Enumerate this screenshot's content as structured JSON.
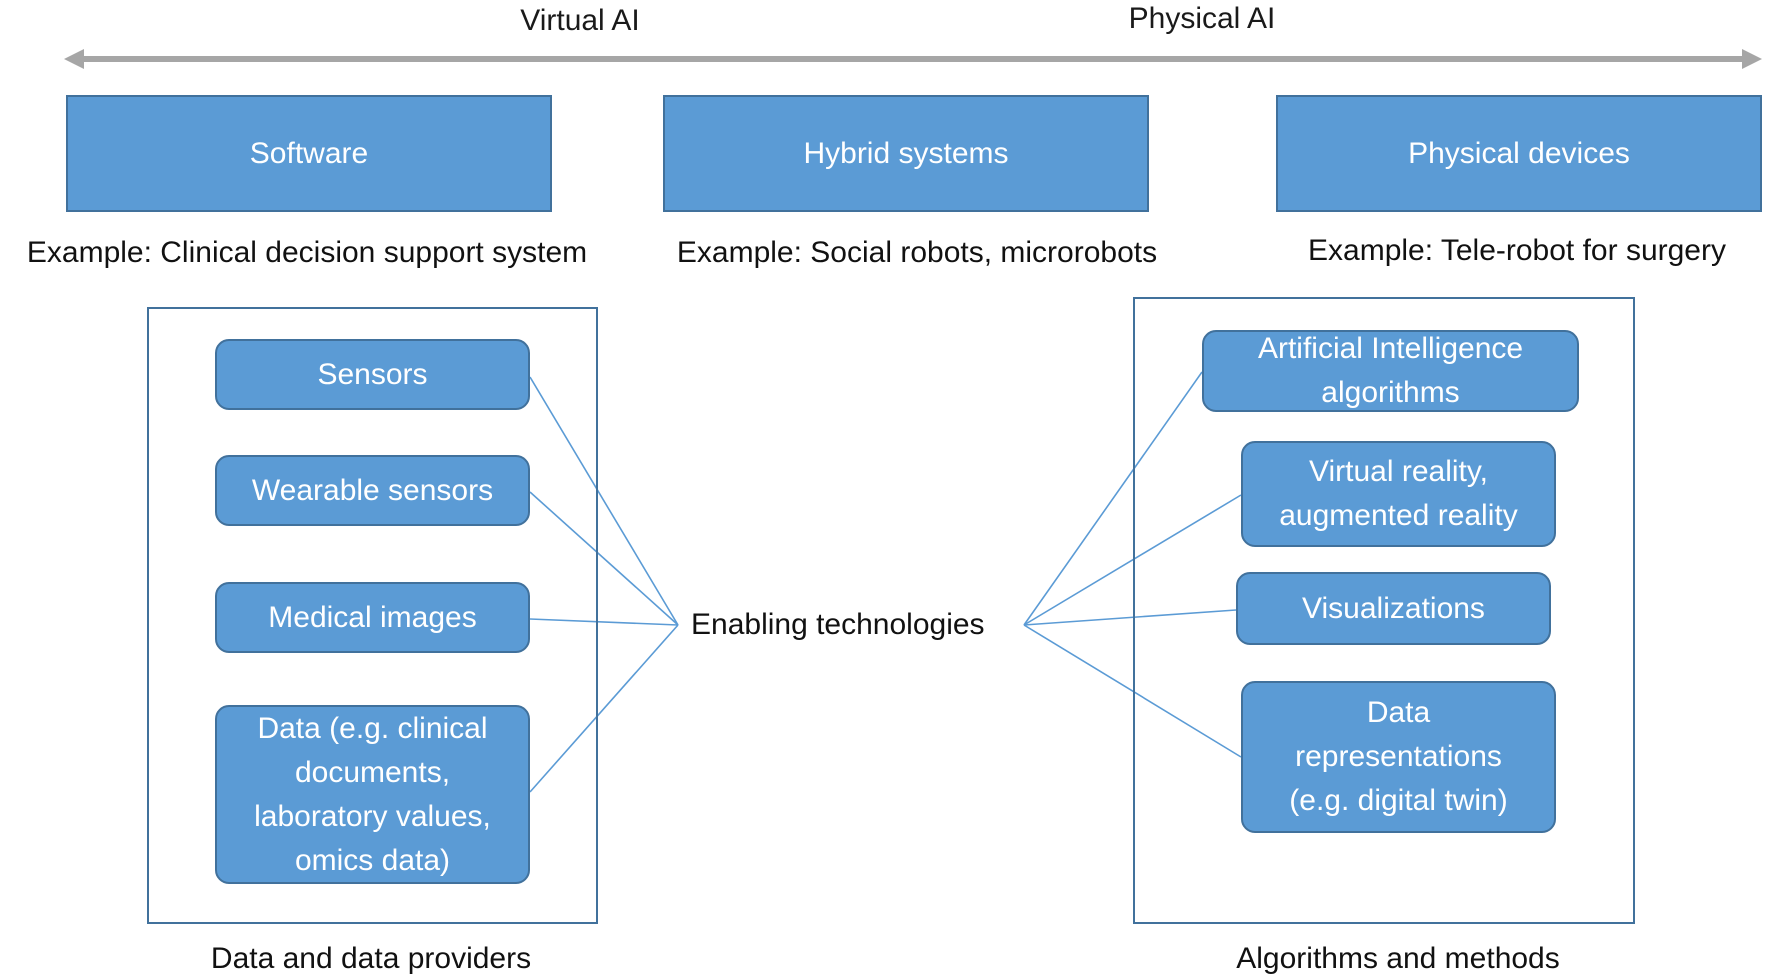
{
  "spectrum": {
    "left_label": "Virtual AI",
    "right_label": "Physical AI"
  },
  "categories": [
    {
      "label": "Software",
      "example": "Example: Clinical decision support system"
    },
    {
      "label": "Hybrid systems",
      "example": "Example: Social robots, microrobots"
    },
    {
      "label": "Physical devices",
      "example": "Example: Tele-robot for surgery"
    }
  ],
  "left_panel": {
    "caption": "Data and data providers",
    "items": [
      {
        "lines": [
          "Sensors"
        ]
      },
      {
        "lines": [
          "Wearable sensors"
        ]
      },
      {
        "lines": [
          "Medical images"
        ]
      },
      {
        "lines": [
          "Data (e.g. clinical",
          "documents,",
          "laboratory values,",
          "omics data)"
        ]
      }
    ]
  },
  "hub": {
    "label": "Enabling technologies"
  },
  "right_panel": {
    "caption": "Algorithms and methods",
    "items": [
      {
        "lines": [
          "Artificial Intelligence",
          "algorithms"
        ]
      },
      {
        "lines": [
          "Virtual reality,",
          "augmented reality"
        ]
      },
      {
        "lines": [
          "Visualizations"
        ]
      },
      {
        "lines": [
          "Data",
          "representations",
          "(e.g. digital twin)"
        ]
      }
    ]
  },
  "colors": {
    "box_fill": "#5b9bd5",
    "box_border": "#41719c",
    "arrow": "#a6a6a6",
    "connector": "#5b9bd5"
  }
}
